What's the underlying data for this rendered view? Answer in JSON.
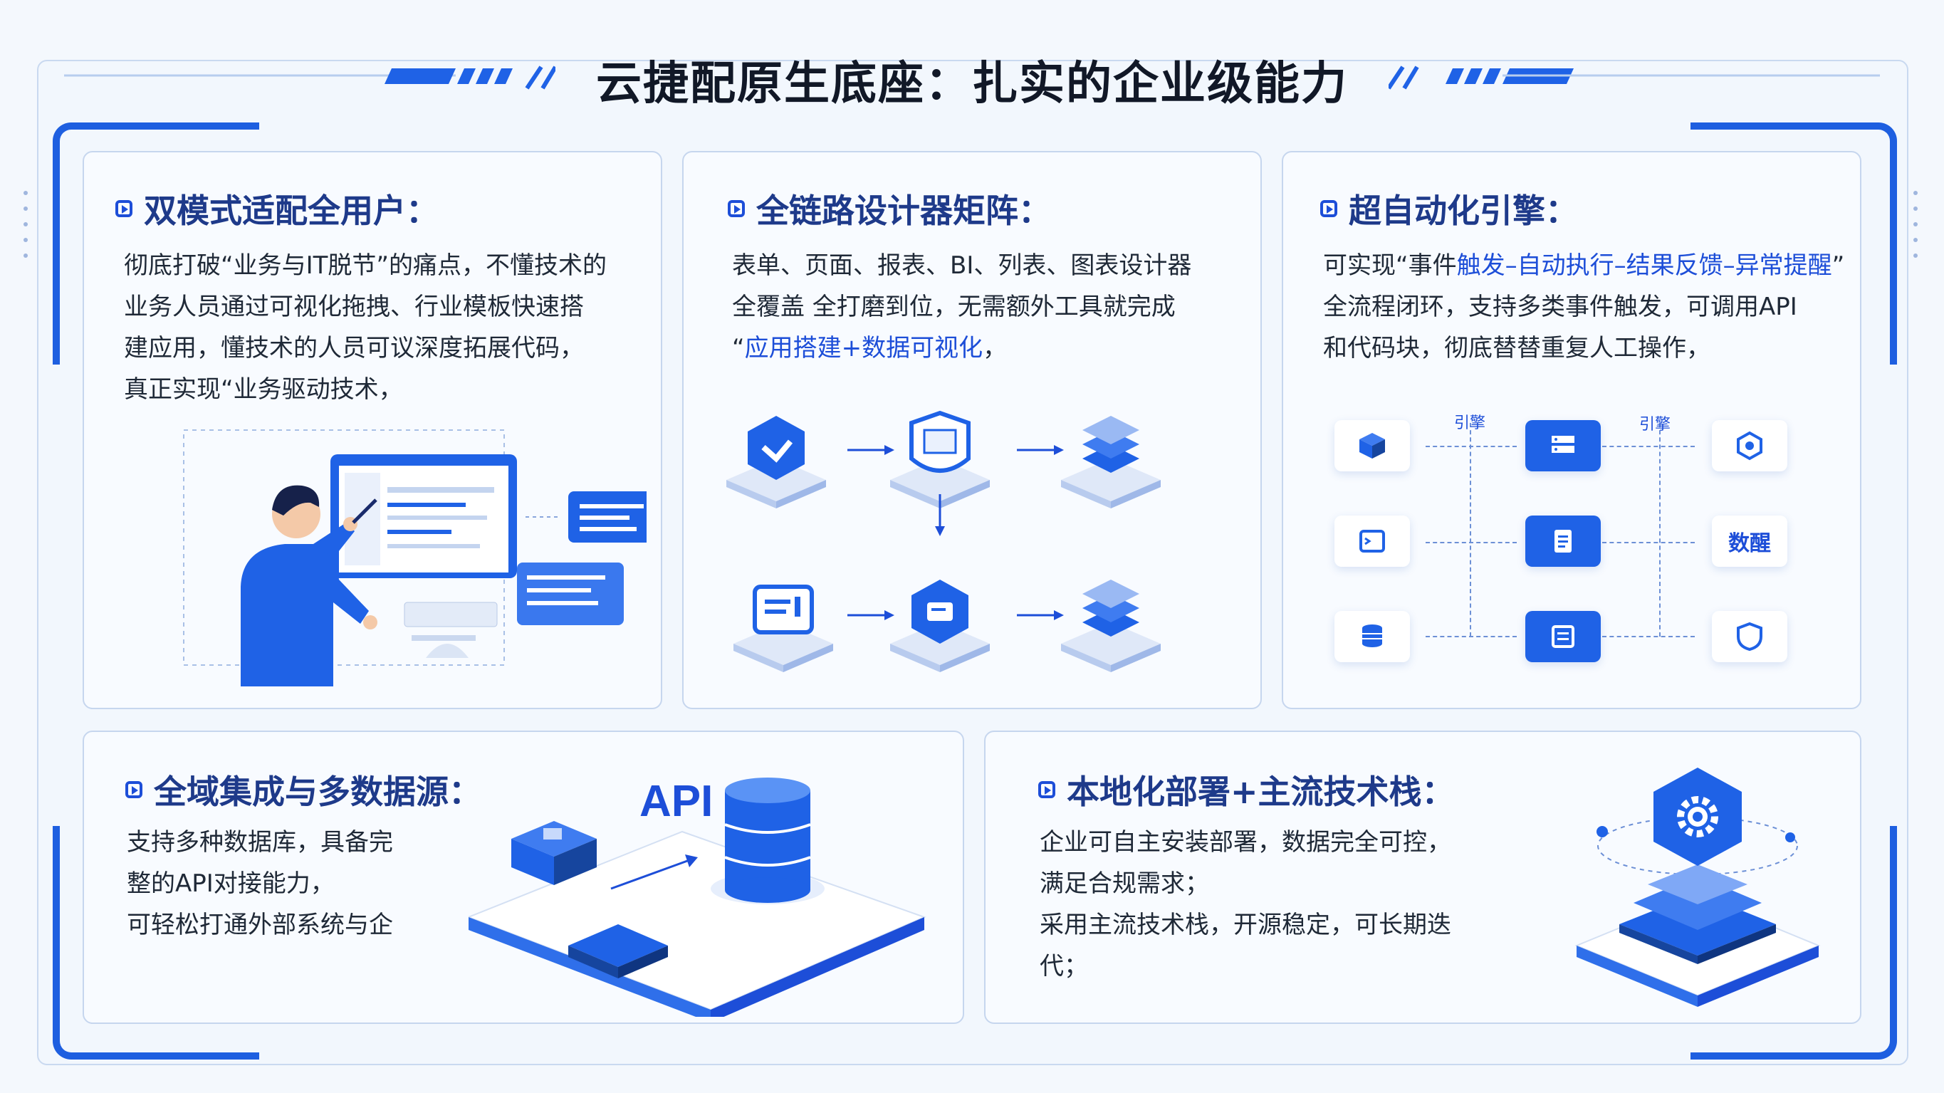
{
  "title": "云捷配原生底座：扎实的企业级能力",
  "cards": {
    "dual_mode": {
      "heading": "双模式适配全用户：",
      "lines": [
        "彻底打破“业务与IT脱节”的痛点，不懂技术的",
        "业务人员通过可视化拖拽、行业模板快速搭",
        "建应用，懂技术的人员可议深度拓展代码，",
        "真正实现“业务驱动技术，"
      ]
    },
    "designer": {
      "heading": "全链路设计器矩阵：",
      "lines": [
        "表单、页面、报表、BI、列表、图表设计器",
        "全覆盖 全打磨到位，无需额外工具就完成"
      ],
      "line3_prefix": "“",
      "line3_highlight": "应用搭建+数据可视化",
      "line3_suffix": "，"
    },
    "automation": {
      "heading": "超自动化引擎：",
      "line1_prefix": "可实现“事件",
      "line1_highlight": "触发–自动执行–结果反馈–异常提醒",
      "line1_suffix": "”",
      "lines": [
        "全流程闭环，支持多类事件触发，可调用API",
        "和代码块，彻底替替重复人工操作，"
      ],
      "engine_label_1": "引擎",
      "engine_label_2": "引擎",
      "tile_text": "数醒"
    },
    "integration": {
      "heading": "全域集成与多数据源：",
      "lines": [
        "支持多种数据库，具备完",
        "整的API对接能力，",
        "可轻松打通外部系统与企"
      ],
      "api_label": "API"
    },
    "deployment": {
      "heading": "本地化部署+主流技术栈：",
      "lines": [
        "企业可自主安装部署，数据完全可控，",
        "满足合规需求；",
        "采用主流技术栈，开源稳定，可长期迭",
        "代；"
      ]
    }
  },
  "colors": {
    "primary": "#1f62e6",
    "heading": "#1e3a8a",
    "border": "#c6d6ee"
  }
}
